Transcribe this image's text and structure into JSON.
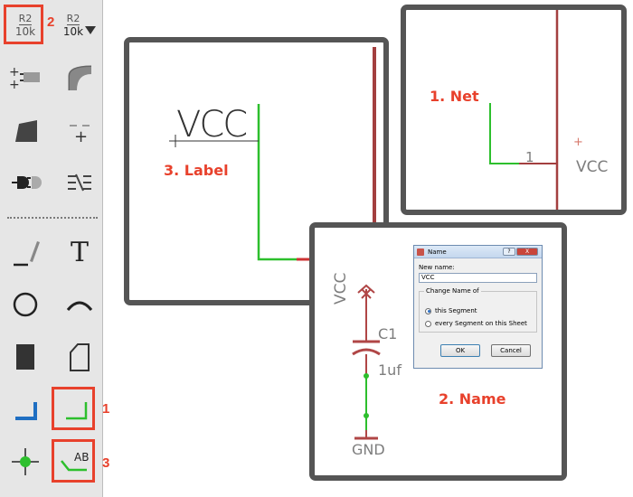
{
  "toolbar": {
    "tools": [
      {
        "name": "value-tool",
        "top_text": "R2",
        "bottom_text": "10k"
      },
      {
        "name": "smash-tool",
        "top_text": "R2",
        "bottom_text": "10k"
      }
    ],
    "text_tool_glyph": "T",
    "label_tool_text": "AB",
    "callouts": {
      "value": "2",
      "net": "1",
      "label": "3"
    }
  },
  "panels": {
    "net": {
      "caption": "1. Net",
      "pin_number": "1",
      "supply": "VCC",
      "plus_mark": "+"
    },
    "label": {
      "caption": "3. Label",
      "label_text": "VCC"
    },
    "name": {
      "caption": "2. Name",
      "vcc": "VCC",
      "part": "C1",
      "value": "1uf",
      "gnd": "GND",
      "dialog": {
        "title": "Name",
        "help": "?",
        "close": "X",
        "new_name_label": "New name:",
        "new_name_value": "VCC",
        "group_title": "Change Name of",
        "options": [
          "this Segment",
          "every Segment on this Sheet"
        ],
        "ok": "OK",
        "cancel": "Cancel"
      }
    }
  },
  "colors": {
    "accent_red": "#e8412c",
    "net_green": "#2dbf2d",
    "bus_red": "#a33f3f",
    "panel_border": "#555555"
  }
}
